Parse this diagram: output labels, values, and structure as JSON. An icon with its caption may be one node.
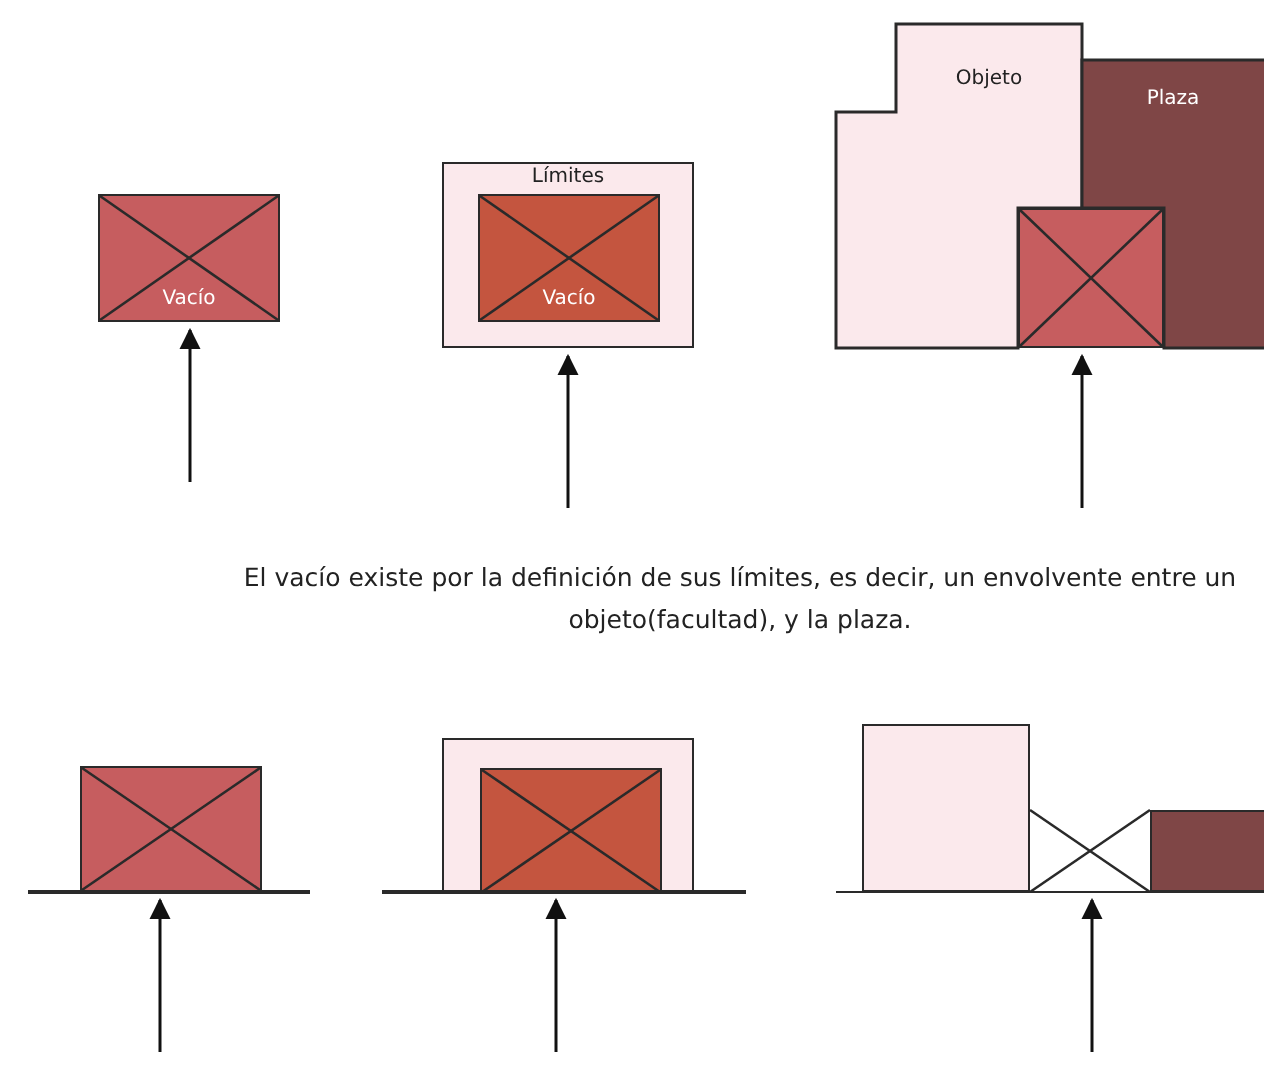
{
  "diagram": {
    "nodes": [
      {
        "text": [
          "Vacío"
        ]
      },
      {
        "text": [
          "Límites"
        ]
      },
      {
        "text": [
          "Vacío"
        ],
        "in": 1
      },
      {
        "text": [
          "Objeto"
        ]
      },
      {
        "text": [
          "Plaza"
        ]
      },
      {
        "text": [],
        "shape": "box"
      },
      {
        "text": [],
        "shape": "box"
      },
      {
        "text": [],
        "shape": "box"
      },
      {
        "text": [],
        "shape": "box",
        "in": 7
      },
      {
        "text": [],
        "shape": "box"
      },
      {
        "text": [],
        "shape": "box"
      },
      {
        "text": [],
        "shape": "box"
      }
    ],
    "edges": [
      {
        "from": null,
        "to": 0,
        "arrow": "to"
      },
      {
        "from": null,
        "to": 1,
        "arrow": "to"
      },
      {
        "from": null,
        "to": 5,
        "arrow": "to"
      },
      {
        "from": null,
        "to": 6,
        "arrow": "to"
      },
      {
        "from": null,
        "to": 7,
        "arrow": "to"
      },
      {
        "from": null,
        "to": 10,
        "arrow": "to"
      }
    ],
    "labels": [
      "El vacío existe por la definición de sus límites, es decir, un envolvente entre un objeto(facultad), y la plaza."
    ]
  }
}
